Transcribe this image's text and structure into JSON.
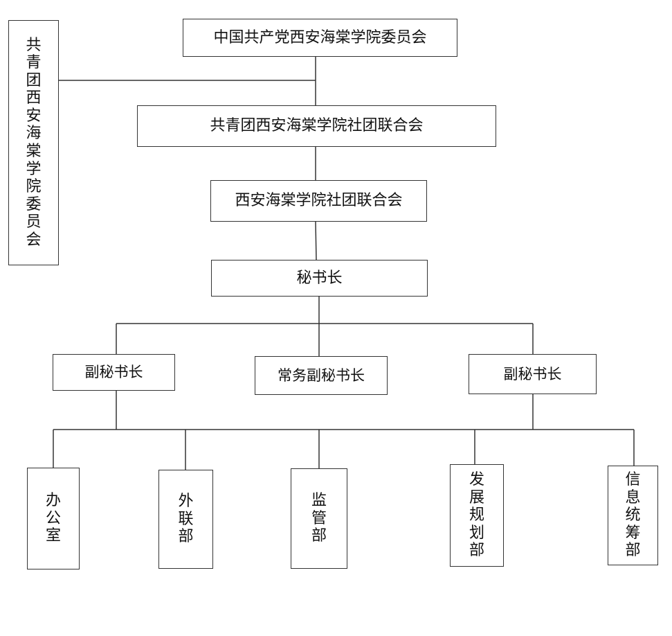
{
  "org_chart": {
    "root": "中国共产党西安海棠学院委员会",
    "side": "共青团西安海棠学院委员会",
    "league_federation": "共青团西安海棠学院社团联合会",
    "federation": "西安海棠学院社团联合会",
    "secretary_general": "秘书长",
    "deputy_left": "副秘书长",
    "deputy_executive": "常务副秘书长",
    "deputy_right": "副秘书长",
    "departments": [
      "办公室",
      "外联部",
      "监管部",
      "发展规划部",
      "信息统筹部"
    ]
  },
  "colors": {
    "line": "#333333",
    "text": "#111111",
    "background": "#ffffff"
  }
}
